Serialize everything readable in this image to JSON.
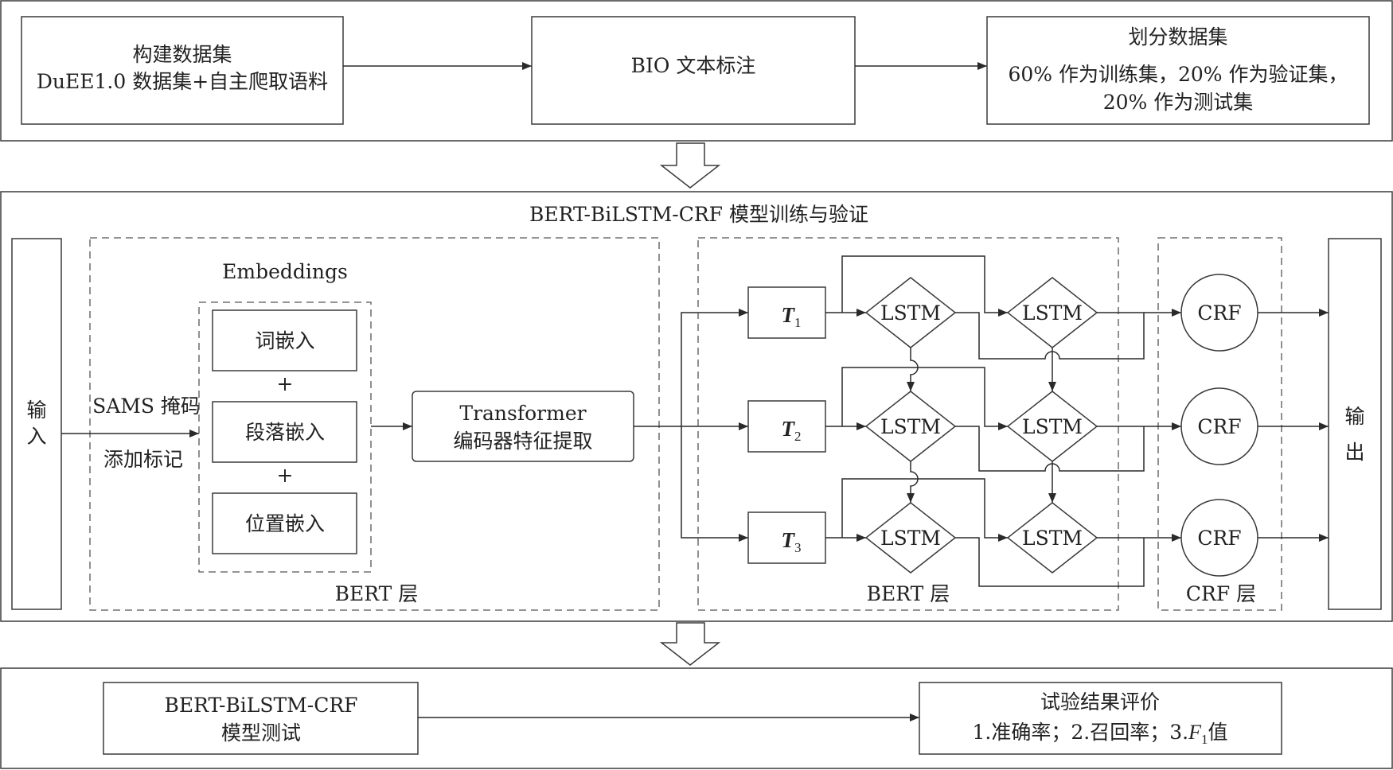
{
  "stage1": {
    "build_title": "构建数据集",
    "build_detail": "DuEE1.0 数据集+自主爬取语料",
    "bio": "BIO 文本标注",
    "split_title": "划分数据集",
    "split_line1": "60% 作为训练集，20% 作为验证集，",
    "split_line2": "20% 作为测试集"
  },
  "stage2": {
    "title": "BERT-BiLSTM-CRF 模型训练与验证",
    "input": [
      "输",
      "入"
    ],
    "output": [
      "输",
      "出"
    ],
    "mask_label": "SAMS 掩码",
    "tag_label": "添加标记",
    "embeddings_title": "Embeddings",
    "word_embed": "词嵌入",
    "plus": "+",
    "para_embed": "段落嵌入",
    "pos_embed": "位置嵌入",
    "transformer_line1": "Transformer",
    "transformer_line2": "编码器特征提取",
    "bert_layer_1": "BERT 层",
    "bert_layer_2": "BERT 层",
    "crf_layer": "CRF 层",
    "tokens": [
      {
        "base": "T",
        "sub": "1"
      },
      {
        "base": "T",
        "sub": "2"
      },
      {
        "base": "T",
        "sub": "3"
      }
    ],
    "lstm": "LSTM",
    "crf": "CRF"
  },
  "stage3": {
    "test_line1": "BERT-BiLSTM-CRF",
    "test_line2": "模型测试",
    "eval_title": "试验结果评价",
    "eval_line_a": "1.准确率；2.召回率；3.",
    "eval_f": "F",
    "eval_sub": "1",
    "eval_val": "值"
  }
}
